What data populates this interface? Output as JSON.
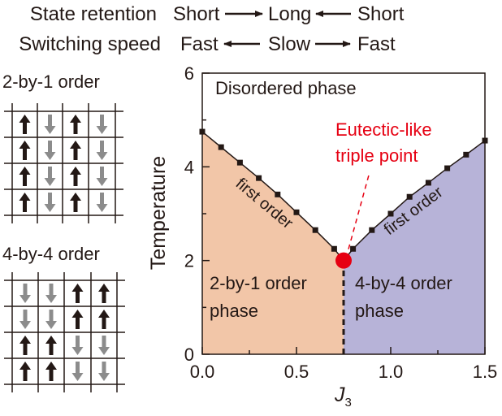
{
  "header": {
    "row1": {
      "label": "State retention",
      "left": "Short",
      "middle": "Long",
      "right": "Short",
      "arrows": [
        "right",
        "left"
      ]
    },
    "row2": {
      "label": "Switching speed",
      "left": "Fast",
      "middle": "Slow",
      "right": "Fast",
      "arrows": [
        "left",
        "right"
      ]
    }
  },
  "lattices": [
    {
      "title": "2-by-1 order",
      "spins": [
        [
          "up",
          "down",
          "up",
          "down"
        ],
        [
          "up",
          "down",
          "up",
          "down"
        ],
        [
          "up",
          "down",
          "up",
          "down"
        ],
        [
          "up",
          "down",
          "up",
          "down"
        ]
      ]
    },
    {
      "title": "4-by-4 order",
      "spins": [
        [
          "down",
          "down",
          "up",
          "up"
        ],
        [
          "down",
          "down",
          "up",
          "up"
        ],
        [
          "up",
          "up",
          "down",
          "down"
        ],
        [
          "up",
          "up",
          "down",
          "down"
        ]
      ]
    }
  ],
  "colors": {
    "up": "#231815",
    "down": "#8c8c8c",
    "phase_2by1": "#f2c6a8",
    "phase_4by4": "#b7b3d8",
    "triple": "#e60012"
  },
  "chart_data": {
    "type": "line",
    "xlabel_main": "J",
    "xlabel_sub": "3",
    "ylabel": "Temperature",
    "xlim": [
      0,
      1.5
    ],
    "ylim": [
      0,
      6
    ],
    "xticks": [
      "0.0",
      "0.5",
      "1.0",
      "1.5"
    ],
    "yticks": [
      "0",
      "2",
      "4",
      "6"
    ],
    "series": [
      {
        "name": "2-by-1 boundary (first order)",
        "x": [
          0.0,
          0.1,
          0.2,
          0.3,
          0.4,
          0.5,
          0.6,
          0.7
        ],
        "y": [
          4.75,
          4.42,
          4.09,
          3.76,
          3.41,
          3.03,
          2.65,
          2.25
        ]
      },
      {
        "name": "4-by-4 boundary (first order)",
        "x": [
          0.8,
          0.9,
          1.0,
          1.1,
          1.2,
          1.3,
          1.4,
          1.5
        ],
        "y": [
          2.25,
          2.65,
          3.0,
          3.36,
          3.66,
          3.97,
          4.26,
          4.56
        ]
      }
    ],
    "triple_point": {
      "x": 0.75,
      "y": 2.0
    },
    "annotations": {
      "disordered": "Disordered phase",
      "triple_line1": "Eutectic-like",
      "triple_line2": "triple point",
      "first_order_left": "first order",
      "first_order_right": "first order",
      "phase_left_line1": "2-by-1 order",
      "phase_left_line2": "phase",
      "phase_right_line1": "4-by-4 order",
      "phase_right_line2": "phase"
    }
  }
}
